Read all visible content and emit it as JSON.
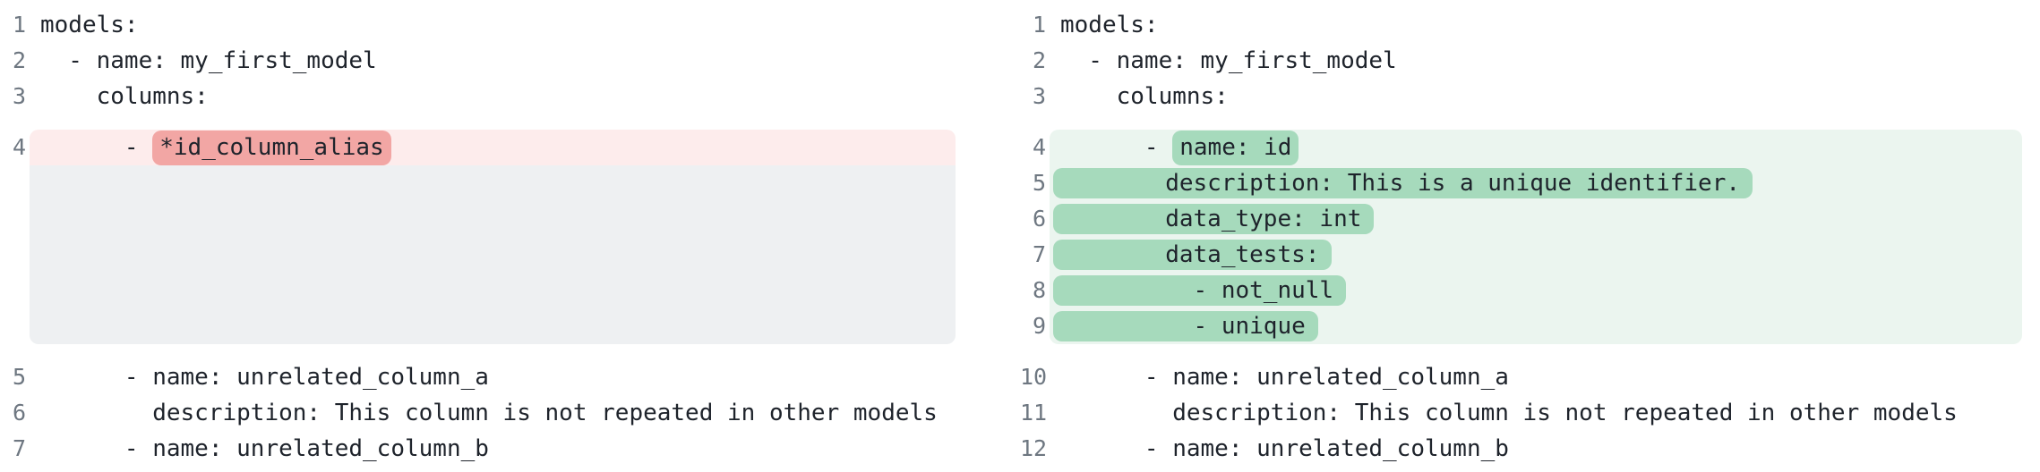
{
  "colors": {
    "text": "#1e232b",
    "line_number": "#6e7781",
    "removed_line_bg": "#fdecec",
    "removed_mark_bg": "#f2a6a4",
    "added_line_bg": "#ebf5ef",
    "added_mark_bg": "#a6dabc",
    "filler_bg": "#eef0f2"
  },
  "diff": {
    "language": "yaml",
    "panes": [
      {
        "side": "old",
        "rows": [
          {
            "n": "1",
            "parts": [
              {
                "text": "models:"
              }
            ]
          },
          {
            "n": "2",
            "parts": [
              {
                "text": "  - name: my_first_model"
              }
            ]
          },
          {
            "n": "3",
            "parts": [
              {
                "text": "    columns:"
              }
            ]
          },
          {
            "n": "4",
            "block": "removed",
            "edge": "top",
            "parts": [
              {
                "text": "      - "
              },
              {
                "mark": "*id_column_alias"
              }
            ]
          },
          {
            "block": "filler",
            "parts": []
          },
          {
            "block": "filler",
            "parts": []
          },
          {
            "block": "filler",
            "parts": []
          },
          {
            "block": "filler",
            "parts": []
          },
          {
            "block": "filler",
            "edge": "bottom",
            "parts": []
          },
          {
            "n": "5",
            "parts": [
              {
                "text": "      - name: unrelated_column_a"
              }
            ]
          },
          {
            "n": "6",
            "parts": [
              {
                "text": "        description: This column is not repeated in other models"
              }
            ]
          },
          {
            "n": "7",
            "parts": [
              {
                "text": "      - name: unrelated_column_b"
              }
            ]
          }
        ]
      },
      {
        "side": "new",
        "rows": [
          {
            "n": "1",
            "parts": [
              {
                "text": "models:"
              }
            ]
          },
          {
            "n": "2",
            "parts": [
              {
                "text": "  - name: my_first_model"
              }
            ]
          },
          {
            "n": "3",
            "parts": [
              {
                "text": "    columns:"
              }
            ]
          },
          {
            "n": "4",
            "block": "added",
            "edge": "top",
            "parts": [
              {
                "text": "      - "
              },
              {
                "mark": "name: id"
              }
            ]
          },
          {
            "n": "5",
            "block": "added",
            "parts": [
              {
                "pill": "        description: This is a unique identifier."
              }
            ]
          },
          {
            "n": "6",
            "block": "added",
            "parts": [
              {
                "pill": "        data_type: int"
              }
            ]
          },
          {
            "n": "7",
            "block": "added",
            "parts": [
              {
                "pill": "        data_tests:"
              }
            ]
          },
          {
            "n": "8",
            "block": "added",
            "parts": [
              {
                "pill": "          - not_null"
              }
            ]
          },
          {
            "n": "9",
            "block": "added",
            "edge": "bottom",
            "parts": [
              {
                "pill": "          - unique"
              }
            ]
          },
          {
            "n": "10",
            "parts": [
              {
                "text": "      - name: unrelated_column_a"
              }
            ]
          },
          {
            "n": "11",
            "parts": [
              {
                "text": "        description: This column is not repeated in other models"
              }
            ]
          },
          {
            "n": "12",
            "parts": [
              {
                "text": "      - name: unrelated_column_b"
              }
            ]
          }
        ]
      }
    ]
  }
}
